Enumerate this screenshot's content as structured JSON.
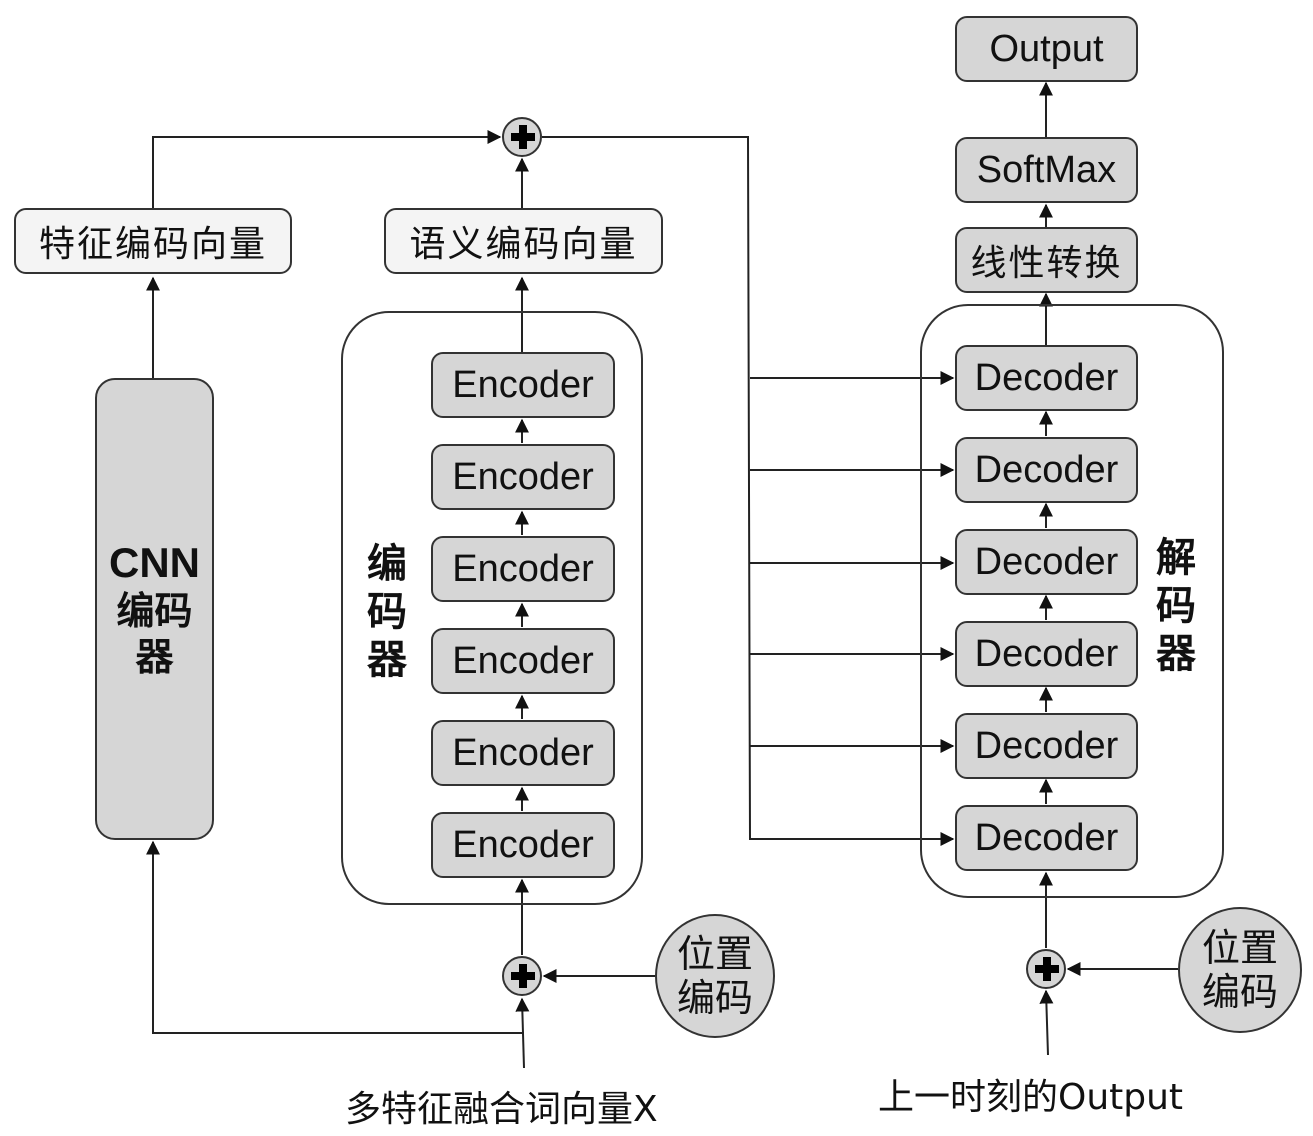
{
  "title": "CNN + Transformer encoder-decoder architecture",
  "left_branch": {
    "cnn_encoder_title": "CNN",
    "cnn_encoder_subtitle_line1": "编码",
    "cnn_encoder_subtitle_line2": "器",
    "feature_vector": "特征编码向量"
  },
  "encoder_stack": {
    "group_label": [
      "编",
      "码",
      "器"
    ],
    "blocks": [
      "Encoder",
      "Encoder",
      "Encoder",
      "Encoder",
      "Encoder",
      "Encoder"
    ],
    "semantic_vector": "语义编码向量",
    "positional_encoding": [
      "位置",
      "编码"
    ],
    "input_label": "多特征融合词向量X"
  },
  "decoder_stack": {
    "group_label": [
      "解",
      "码",
      "器"
    ],
    "blocks": [
      "Decoder",
      "Decoder",
      "Decoder",
      "Decoder",
      "Decoder",
      "Decoder"
    ],
    "linear": "线性转换",
    "softmax": "SoftMax",
    "output": "Output",
    "positional_encoding": [
      "位置",
      "编码"
    ],
    "input_label": "上一时刻的Output"
  },
  "colors": {
    "block_fill": "#d6d6d6",
    "vector_fill": "#f4f4f4",
    "stroke": "#333333"
  }
}
